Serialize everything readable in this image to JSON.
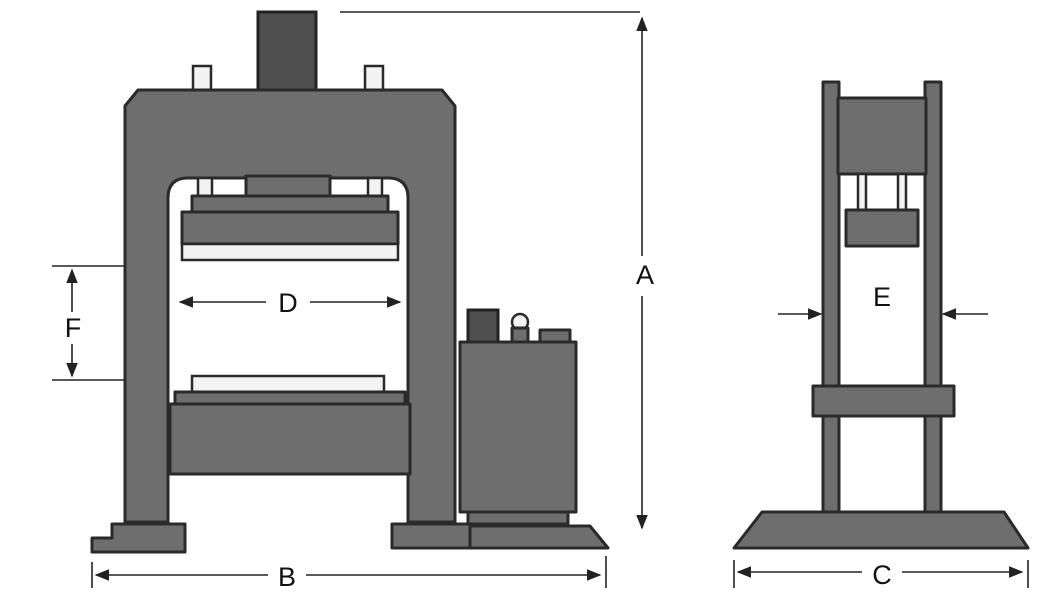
{
  "labels": {
    "a": "A",
    "b": "B",
    "c": "C",
    "d": "D",
    "e": "E",
    "f": "F"
  },
  "colors": {
    "body": "#6e6e6e",
    "outline": "#2a2a2a",
    "platen_face": "#f2f2f2"
  }
}
